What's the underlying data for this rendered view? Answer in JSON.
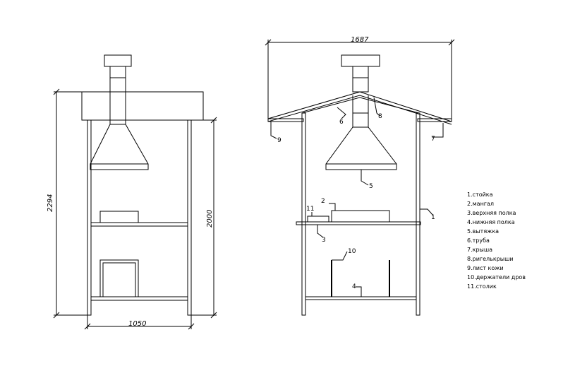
{
  "dimensions": {
    "front_width": "1050",
    "front_total_height": "2294",
    "front_post_height": "2000",
    "side_roof_width": "1687"
  },
  "callouts": {
    "c1": "1",
    "c2": "2",
    "c3": "3",
    "c4": "4",
    "c5": "5",
    "c6": "6",
    "c7": "7",
    "c8": "8",
    "c9": "9",
    "c10": "10",
    "c11": "11"
  },
  "legend": [
    "1.стойка",
    "2.мангал",
    "3.верхняя полка",
    "4.нижняя полка",
    "5.вытяжка",
    "6.труба",
    "7.крыша",
    "8.ригелькрыши",
    "9.лист кожи",
    "10.держатели дров",
    "11.столик"
  ]
}
